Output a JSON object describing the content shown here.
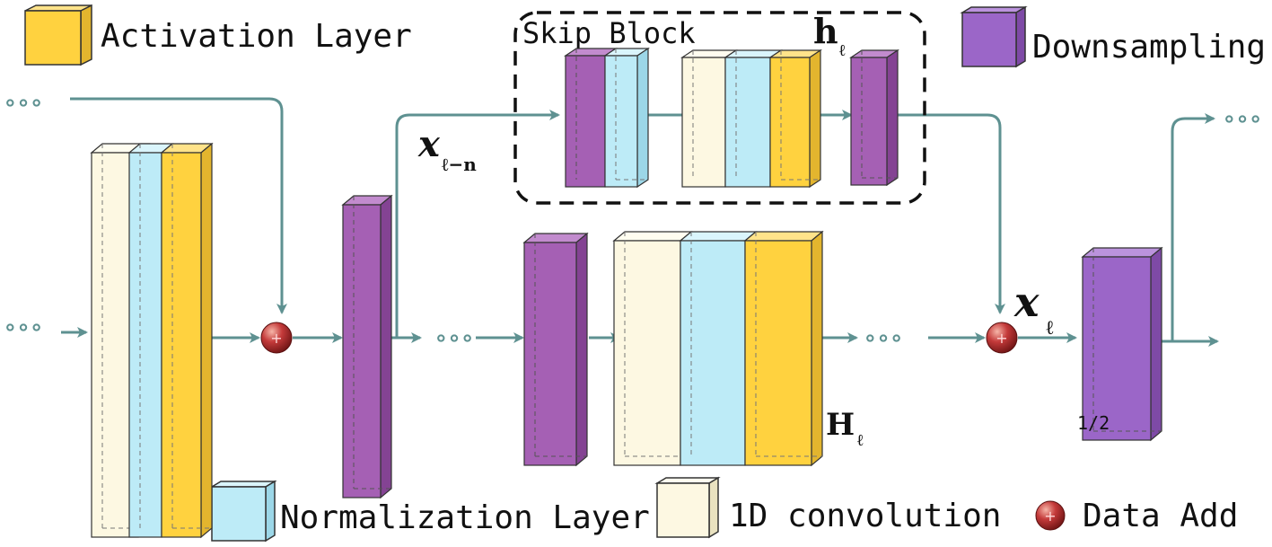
{
  "legend": {
    "activation": "Activation Layer",
    "downsampling": "Downsampling",
    "normalization": "Normalization Layer",
    "conv1d": "1D convolution",
    "data_add": "Data Add"
  },
  "skip_block": {
    "title": "Skip Block",
    "output_symbol": "h",
    "output_sub": "ℓ"
  },
  "labels": {
    "x_prev_symbol": "x",
    "x_prev_sub": "ℓ−n",
    "x_symbol": "x",
    "x_sub": "ℓ",
    "H_symbol": "H",
    "H_sub": "ℓ",
    "half": "1/2",
    "ellipsis": "∘∘∘"
  },
  "colors": {
    "activation": "#FFD23F",
    "downsampling": "#A560B4",
    "downsampling_alt": "#9B66C8",
    "normalization": "#BDEBF7",
    "conv1d": "#FDF8E2",
    "arrow": "#5E9191",
    "add_node": "#C43A3A"
  }
}
